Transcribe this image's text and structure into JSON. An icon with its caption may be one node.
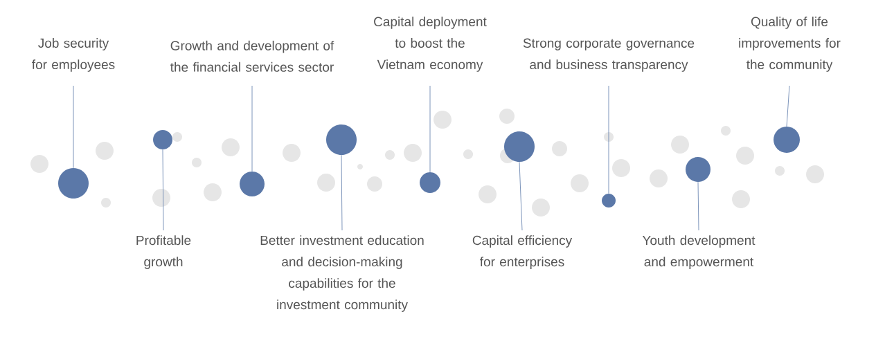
{
  "diagram": {
    "nodes": [
      {
        "text": [
          "Job security for employees"
        ]
      },
      {
        "text": [
          "Profitable growth"
        ]
      },
      {
        "text": [
          "Growth and development of the financial services sector"
        ]
      },
      {
        "text": [
          "Better investment education and decision-making capabilities for the investment community"
        ]
      },
      {
        "text": [
          "Capital deployment to boost the Vietnam economy"
        ]
      },
      {
        "text": [
          "Capital efficiency for enterprises"
        ]
      },
      {
        "text": [
          "Strong corporate governance and business transparency"
        ]
      },
      {
        "text": [
          "Youth development and empowerment"
        ]
      },
      {
        "text": [
          "Quality of life improvements for the community"
        ]
      },
      {
        "text": [],
        "shape": "circle"
      },
      {
        "text": [],
        "shape": "circle"
      },
      {
        "text": [],
        "shape": "circle"
      },
      {
        "text": [],
        "shape": "circle"
      },
      {
        "text": [],
        "shape": "circle"
      },
      {
        "text": [],
        "shape": "circle"
      },
      {
        "text": [],
        "shape": "circle"
      },
      {
        "text": [],
        "shape": "circle"
      },
      {
        "text": [],
        "shape": "circle"
      }
    ],
    "edges": [
      {
        "from": 0,
        "to": 9,
        "arrow": "none"
      },
      {
        "from": 1,
        "to": 10,
        "arrow": "none"
      },
      {
        "from": 2,
        "to": 11,
        "arrow": "none"
      },
      {
        "from": 3,
        "to": 12,
        "arrow": "none"
      },
      {
        "from": 4,
        "to": 13,
        "arrow": "none"
      },
      {
        "from": 5,
        "to": 14,
        "arrow": "none"
      },
      {
        "from": 6,
        "to": 15,
        "arrow": "none"
      },
      {
        "from": 7,
        "to": 16,
        "arrow": "none"
      },
      {
        "from": 8,
        "to": 17,
        "arrow": "none"
      }
    ]
  }
}
